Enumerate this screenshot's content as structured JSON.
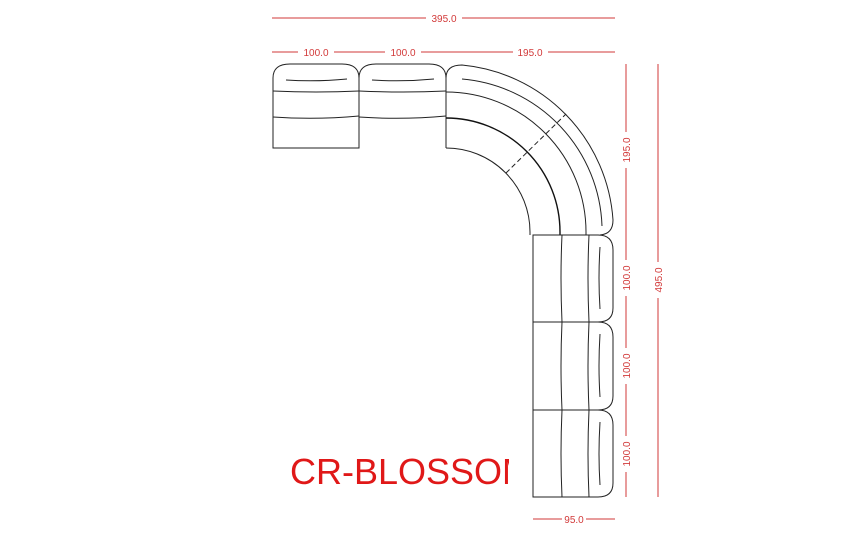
{
  "drawing": {
    "model_name": "CR-BLOSSOM",
    "dimensions": {
      "overall_width": "395.0",
      "left_module_1": "100.0",
      "left_module_2": "100.0",
      "corner_width": "195.0",
      "corner_depth": "195.0",
      "right_module_1": "100.0",
      "right_module_2": "100.0",
      "right_module_3": "100.0",
      "overall_depth": "495.0",
      "seat_depth": "95.0"
    },
    "colors": {
      "dimension": "#d23a3a",
      "title": "#e01818",
      "outline": "#222222"
    }
  }
}
